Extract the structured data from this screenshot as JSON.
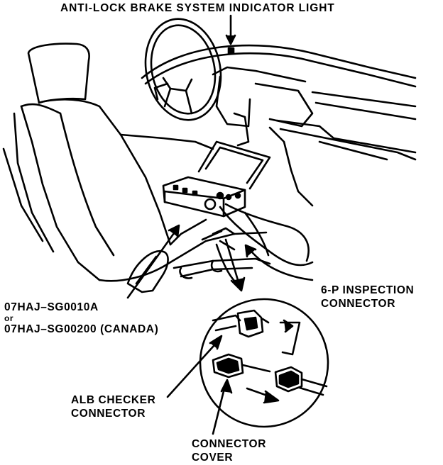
{
  "labels": {
    "abs_indicator": "ANTI-LOCK BRAKE SYSTEM INDICATOR LIGHT",
    "tool_number_1": "07HAJ–SG0010A",
    "tool_or": "or",
    "tool_number_2": "07HAJ–SG00200 (CANADA)",
    "inspection_connector_line1": "6-P INSPECTION",
    "inspection_connector_line2": "CONNECTOR",
    "alb_checker_line1": "ALB CHECKER",
    "alb_checker_line2": "CONNECTOR",
    "connector_cover_line1": "CONNECTOR",
    "connector_cover_line2": "COVER"
  },
  "colors": {
    "ink": "#000000",
    "paper": "#ffffff"
  },
  "icons": [
    "steering-wheel",
    "driver-seat",
    "alb-checker-tester",
    "6p-connector",
    "detail-magnifier-circle",
    "arrow"
  ]
}
